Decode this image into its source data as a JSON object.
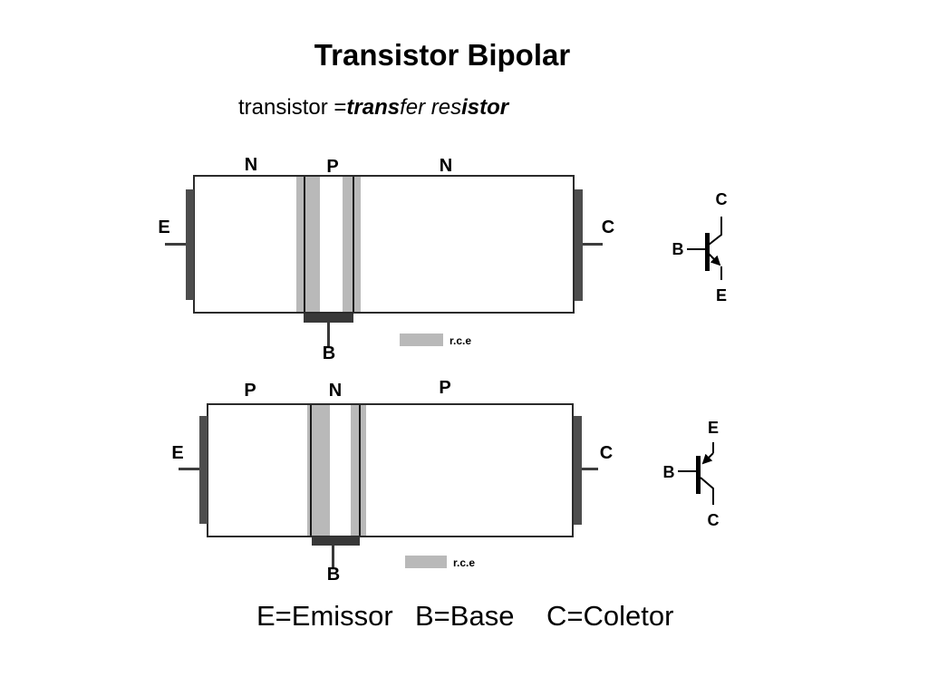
{
  "title": "Transistor Bipolar",
  "subtitle": {
    "normal": "transistor =",
    "bold1": "trans",
    "italic1": "fer res",
    "bold2": "istor"
  },
  "npn": {
    "regions": [
      "N",
      "P",
      "N"
    ],
    "emitter": "E",
    "collector": "C",
    "base": "B",
    "legend_label": "r.c.e"
  },
  "pnp": {
    "regions": [
      "P",
      "N",
      "P"
    ],
    "emitter": "E",
    "collector": "C",
    "base": "B",
    "legend_label": "r.c.e"
  },
  "npn_symbol": {
    "top": "C",
    "left": "B",
    "bottom": "E"
  },
  "pnp_symbol": {
    "top": "E",
    "left": "B",
    "bottom": "C"
  },
  "footer": {
    "emissor": "E=Emissor",
    "base": "B=Base",
    "coletor": "C=Coletor"
  },
  "colors": {
    "background": "#ffffff",
    "text": "#000000",
    "depletion_region": "#b9b9b9",
    "electrode": "#4d4d4d",
    "base_contact": "#383838",
    "outline": "#2b2b2b"
  }
}
